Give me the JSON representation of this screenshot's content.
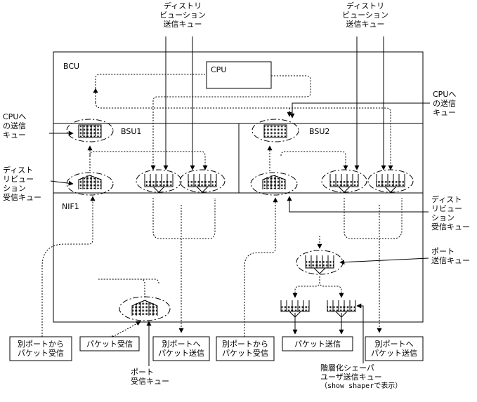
{
  "labels": {
    "bcu": "BCU",
    "cpu": "CPU",
    "bsu1": "BSU1",
    "bsu2": "BSU2",
    "nif1": "NIF1",
    "dist_send_top_left": [
      "ディストリ",
      "ビューション",
      "送信キュー"
    ],
    "dist_send_top_right": [
      "ディストリ",
      "ビューション",
      "送信キュー"
    ],
    "cpu_send_left": [
      "CPUへ",
      "の送信",
      "キュー"
    ],
    "cpu_send_right": [
      "CPUへ",
      "の送信",
      "キュー"
    ],
    "dist_recv_left": [
      "ディスト",
      "リビュー",
      "ション",
      "受信キュー"
    ],
    "dist_recv_right": [
      "ディスト",
      "リビュー",
      "ション",
      "受信キュー"
    ],
    "port_send": [
      "ポート",
      "送信キュー"
    ],
    "port_recv": [
      "ポート",
      "受信キュー"
    ],
    "shaper": [
      "階層化シェーパ",
      "ユーザ送信キュー"
    ],
    "shaper_note": "（show shaperで表示）"
  },
  "boxes": {
    "from_other_port_1": [
      "別ポートから",
      "パケット受信"
    ],
    "packet_recv": "パケット受信",
    "to_other_port_1": [
      "別ポートへ",
      "パケット送信"
    ],
    "from_other_port_2": [
      "別ポートから",
      "パケット受信"
    ],
    "packet_send": "パケット送信",
    "to_other_port_2": [
      "別ポートへ",
      "パケット送信"
    ]
  }
}
